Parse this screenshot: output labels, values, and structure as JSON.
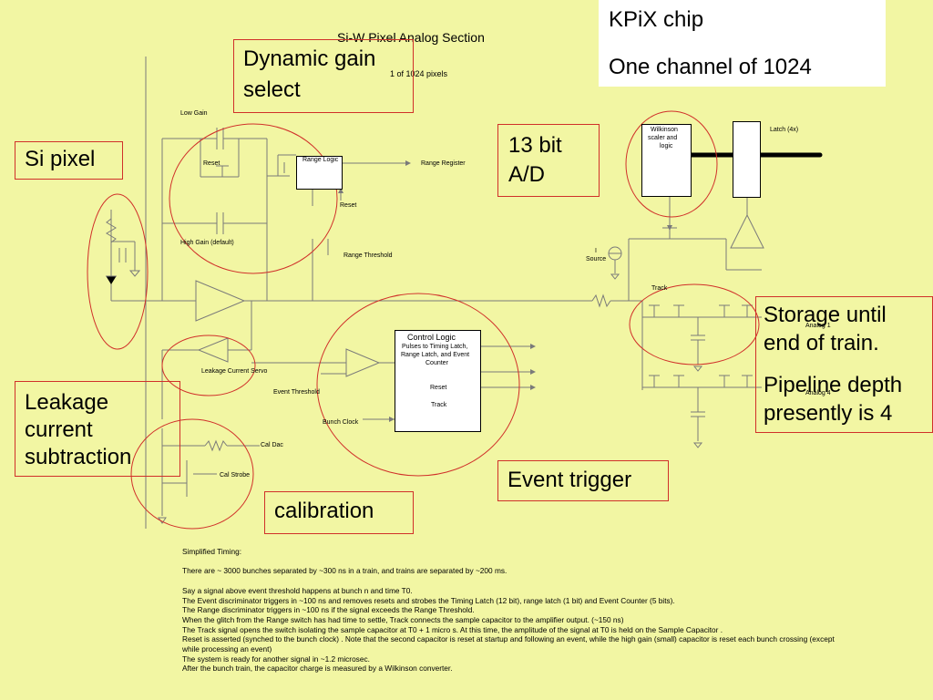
{
  "header": {
    "title": "Si-W Pixel Analog Section",
    "subtitle": "1 of 1024 pixels"
  },
  "chip_box": {
    "line1": "KPiX chip",
    "line2": "One channel of 1024"
  },
  "callouts": {
    "si_pixel": "Si pixel",
    "dynamic_gain_line1": "Dynamic gain",
    "dynamic_gain_line2": "select",
    "ad_line1": "13 bit",
    "ad_line2": "A/D",
    "leakage_line1": "Leakage",
    "leakage_line2": "current",
    "leakage_line3": "subtraction",
    "calibration": "calibration",
    "event_trigger": "Event trigger",
    "storage_line1": "Storage until",
    "storage_line2": "end of train.",
    "pipeline_line1": "Pipeline depth",
    "pipeline_line2": "presently is 4"
  },
  "schematic_labels": {
    "low_gain": "Low Gain",
    "reset_left": "Reset",
    "range_logic": "Range Logic",
    "range_register": "Range Register",
    "reset_right": "Reset",
    "high_gain": "High Gain (default)",
    "range_threshold": "Range Threshold",
    "wilkinson_line1": "Wilkinson",
    "wilkinson_line2": "scaler and",
    "wilkinson_line3": "logic",
    "latch": "Latch  (4x)",
    "i_source_line1": "I",
    "i_source_line2": "Source",
    "track": "Track",
    "analog1": "Analog 1",
    "analog4": "Analog 4",
    "control_logic_title": "Control Logic",
    "control_logic_line1": "Pulses to Timing Latch,",
    "control_logic_line2": "Range Latch, and Event",
    "control_logic_line3": "Counter",
    "control_logic_reset": "Reset",
    "control_logic_track": "Track",
    "leakage_current_servo": "Leakage Current Servo",
    "event_threshold": "Event Threshold",
    "bunch_clock": "Bunch Clock",
    "cal_dac": "Cal Dac",
    "cal_strobe": "Cal Strobe"
  },
  "timing_notes": [
    "Simplified Timing:",
    "",
    "There are ~ 3000 bunches separated by ~300 ns in a train, and trains are separated by ~200 ms.",
    "",
    "Say a signal above event threshold happens at bunch n and time T0.",
    "The Event discriminator triggers in ~100 ns and removes resets and strobes the Timing Latch (12 bit), range latch (1 bit) and Event Counter (5 bits).",
    "The Range discriminator triggers in ~100 ns if the signal exceeds the Range Threshold.",
    "When the glitch from the Range switch has had time to settle, Track connects the sample capacitor to the amplifier output. (~150 ns)",
    "The Track signal opens the switch isolating the sample capacitor at T0 + 1 micro s. At this time, the amplitude of  the signal at T0 is held on the Sample Capacitor .",
    "Reset is asserted (synched to the bunch clock) . Note that the second capacitor is reset at startup and following an event, while the high gain (small) capacitor is reset each bunch crossing (except",
    "while processing an event)",
    "The system is ready for another signal in ~1.2 microsec.",
    "After the bunch train, the capacitor charge is measured by a Wilkinson converter."
  ],
  "colors": {
    "background": "#f2f6a3",
    "callout_red": "#d0302a",
    "wire": "#7a7a7a",
    "bus_dark": "#000000"
  }
}
